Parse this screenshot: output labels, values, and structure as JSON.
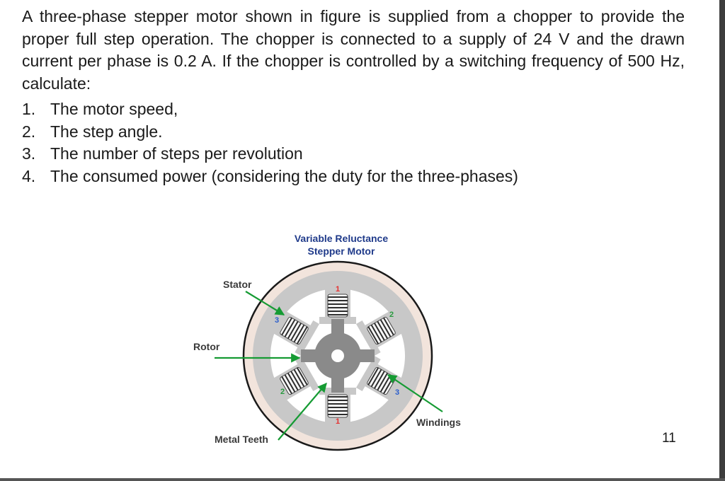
{
  "problem": {
    "text": "A three-phase stepper motor shown in figure is supplied from a chopper to provide the proper full step operation. The chopper is connected to a supply of 24 V and the drawn current per phase is 0.2 A. If the chopper is controlled by a switching frequency of 500 Hz, calculate:",
    "items": [
      {
        "num": "1.",
        "text": "The motor speed,"
      },
      {
        "num": "2.",
        "text": "The step angle."
      },
      {
        "num": "3.",
        "text": "The number of steps per revolution"
      },
      {
        "num": "4.",
        "text": "The consumed power (considering the duty for the three-phases)"
      }
    ]
  },
  "figure": {
    "title_line1": "Variable Reluctance",
    "title_line2": "Stepper Motor",
    "labels": {
      "stator": "Stator",
      "rotor": "Rotor",
      "metal_teeth": "Metal Teeth",
      "windings": "Windings"
    },
    "phase_numbers": {
      "top": "1",
      "upper_right": "2",
      "lower_right": "3",
      "bottom": "1",
      "lower_left": "2",
      "upper_left": "3"
    },
    "colors": {
      "outer_ring": "#f2e4dc",
      "stator": "#c8c8c8",
      "rotor": "#8a8a8a",
      "arrow": "#159b33",
      "title": "#1f3a8a",
      "phase_red": "#e53030",
      "phase_blue": "#2a5dcc",
      "phase_green": "#2a9a40"
    }
  },
  "page_number": "11"
}
